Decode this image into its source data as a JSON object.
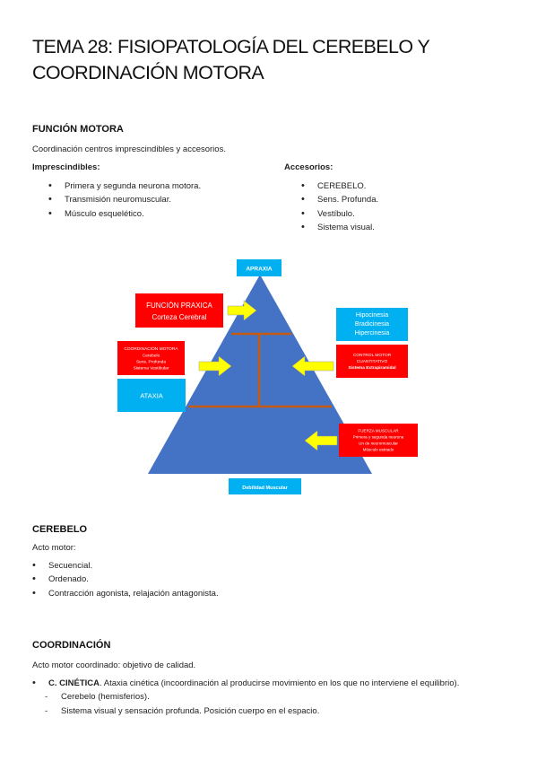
{
  "title_line1": "TEMA 28: FISIOPATOLOGÍA DEL CEREBELO Y",
  "title_line2": "COORDINACIÓN MOTORA",
  "funcion_motora": {
    "heading": "FUNCIÓN MOTORA",
    "intro": "Coordinación centros imprescindibles y accesorios.",
    "imprescindibles_label": "Imprescindibles:",
    "imprescindibles": [
      "Primera y segunda neurona motora.",
      "Transmisión neuromuscular.",
      "Músculo esquelético."
    ],
    "accesorios_label": "Accesorios:",
    "accesorios": [
      "CEREBELO.",
      "Sens. Profunda.",
      "Vestíbulo.",
      "Sistema visual."
    ]
  },
  "diagram": {
    "apraxia": "APRAXIA",
    "funcion_praxica_1": "FUNCIÓN PRAXICA",
    "funcion_praxica_2": "Corteza Cerebral",
    "coord_1": "COORDINACIÓN MOTORA",
    "coord_2": "Cerebelo",
    "coord_3": "Sens. Profunda",
    "coord_4": "Sistema Vestibular",
    "ataxia": "ATAXIA",
    "hipo_1": "Hipocinesia",
    "hipo_2": "Bradicinesia",
    "hipo_3": "Hipercinesia",
    "control_1": "CONTROL MOTOR",
    "control_2": "CUANTITATIVO",
    "control_3": "Sistema Extrapiramidal",
    "fuerza_1": "FUERZA MUSCULAR",
    "fuerza_2": "Primera y segunda neurona",
    "fuerza_3": "Un de neuromuscular",
    "fuerza_4": "Músculo estriado",
    "debilidad": "Debilidad Muscular",
    "colors": {
      "triangle": "#4472c4",
      "divider": "#c55a11",
      "red": "#ff0000",
      "blue": "#00b0f0",
      "arrow": "#ffff00"
    }
  },
  "cerebelo": {
    "heading": "CEREBELO",
    "label": "Acto motor:",
    "items": [
      "Secuencial.",
      "Ordenado.",
      "Contracción agonista, relajación antagonista."
    ]
  },
  "coordinacion": {
    "heading": "COORDINACIÓN",
    "intro": "Acto motor coordinado: objetivo de calidad.",
    "cinetica_bold": "C. CINÉTICA",
    "cinetica_text": ". Ataxia cinética (incoordinación al producirse movimiento en los que no interviene el equilibrio).",
    "subitems": [
      "Cerebelo (hemisferios).",
      "Sistema visual y sensación profunda. Posición cuerpo en el espacio."
    ]
  }
}
